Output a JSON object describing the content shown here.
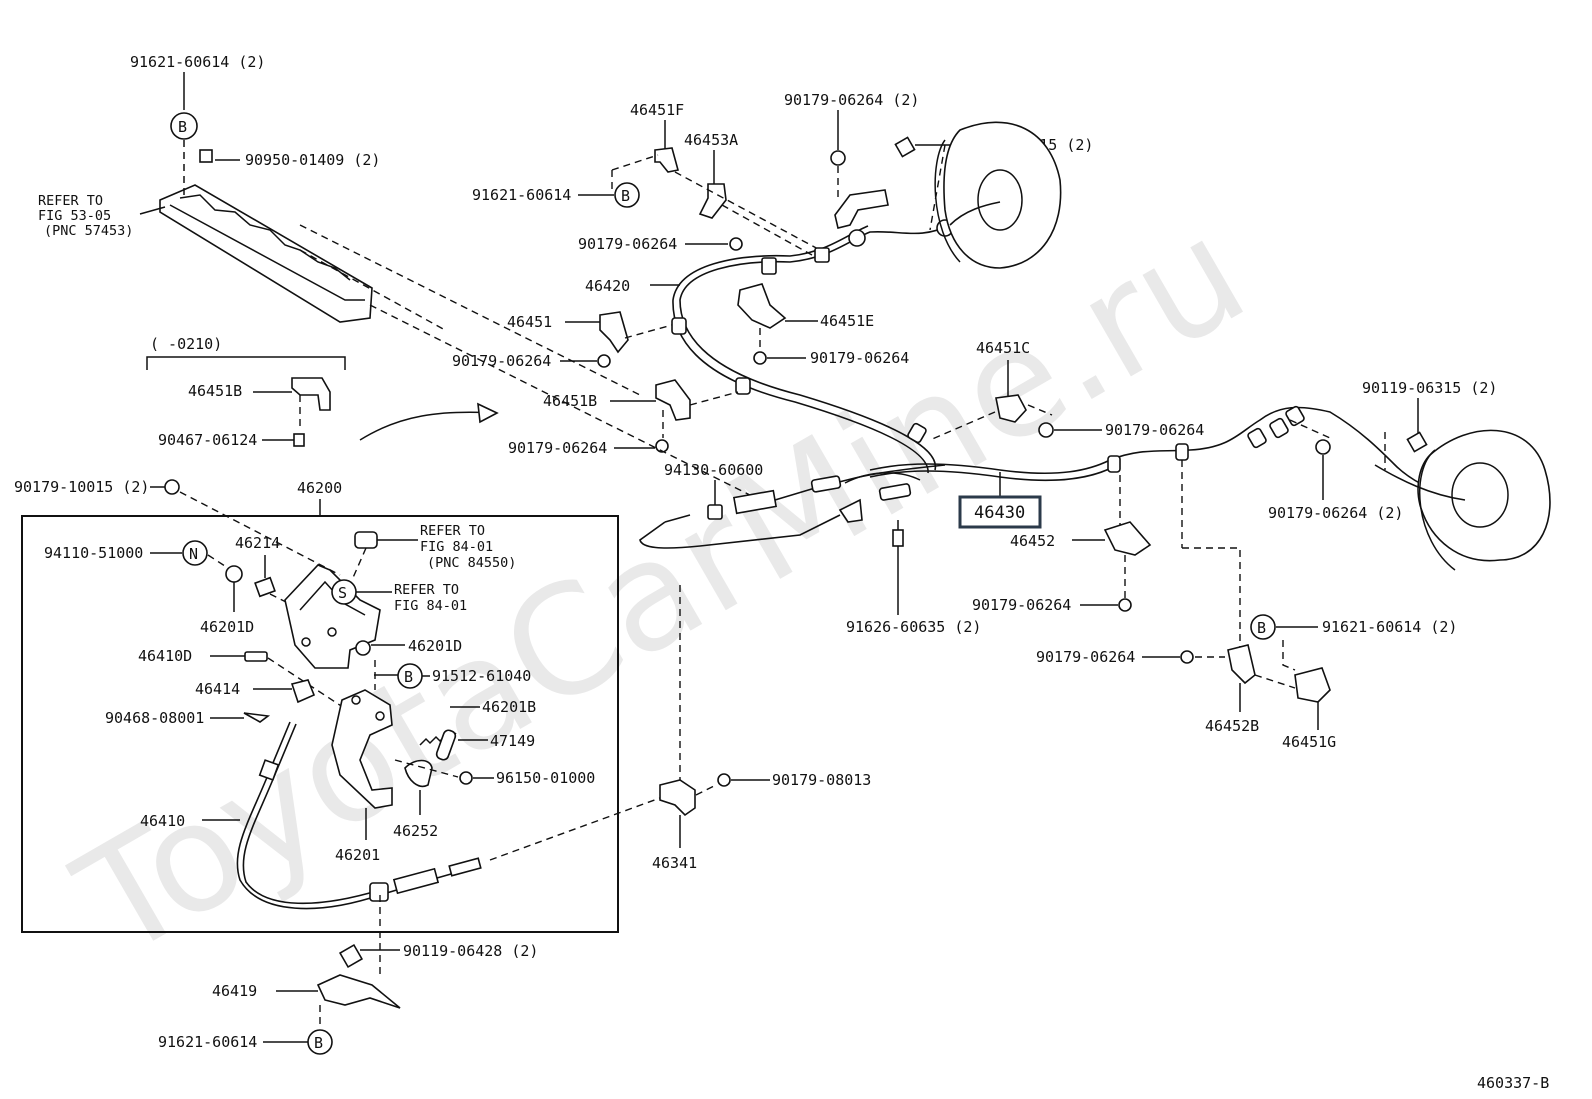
{
  "watermark": "ToyotaCarMine.ru",
  "figure_id": "460337-B",
  "group_label": "46200",
  "range_label": "(      -0210)",
  "highlighted_part": "46430",
  "refs": {
    "fig53": [
      "REFER TO",
      "FIG 53-05",
      "(PNC 57453)"
    ],
    "fig84a": [
      "REFER TO",
      "FIG 84-01",
      "(PNC 84550)"
    ],
    "fig84b": [
      "REFER TO",
      "FIG 84-01"
    ]
  },
  "markers": {
    "B": "B",
    "N": "N",
    "S": "S"
  },
  "labels": {
    "p91621_top": "91621-60614 (2)",
    "p90950": "90950-01409 (2)",
    "p46451B_l": "46451B",
    "p90467": "90467-06124",
    "p90179_10015": "90179-10015 (2)",
    "p94110": "94110-51000",
    "p46214": "46214",
    "p46201D_a": "46201D",
    "p46201D_b": "46201D",
    "p46410D": "46410D",
    "p91512": "91512-61040",
    "p46414": "46414",
    "p46201B": "46201B",
    "p90468": "90468-08001",
    "p47149": "47149",
    "p96150": "96150-01000",
    "p46252": "46252",
    "p46410": "46410",
    "p46201": "46201",
    "p90119_06428": "90119-06428 (2)",
    "p46419": "46419",
    "p91621_bot": "91621-60614",
    "p46451F": "46451F",
    "p46453A": "46453A",
    "p91621_mid": "91621-60614",
    "p90179_a": "90179-06264",
    "p46420": "46420",
    "p46451": "46451",
    "p90179_b": "90179-06264",
    "p46451B_m": "46451B",
    "p90179_c": "90179-06264",
    "p94130": "94130-60600",
    "p90179_top": "90179-06264 (2)",
    "p90119_top": "90119-06315 (2)",
    "p46451E": "46451E",
    "p90179_d": "90179-06264",
    "p46451C": "46451C",
    "p90179_e": "90179-06264",
    "p46452": "46452",
    "p90179_f": "90179-06264",
    "p91626": "91626-60635 (2)",
    "p90119_right": "90119-06315 (2)",
    "p90179_right": "90179-06264 (2)",
    "p91621_right": "91621-60614 (2)",
    "p90179_g": "90179-06264",
    "p46452B": "46452B",
    "p46451G": "46451G",
    "p90179_08013": "90179-08013",
    "p46341": "46341"
  }
}
